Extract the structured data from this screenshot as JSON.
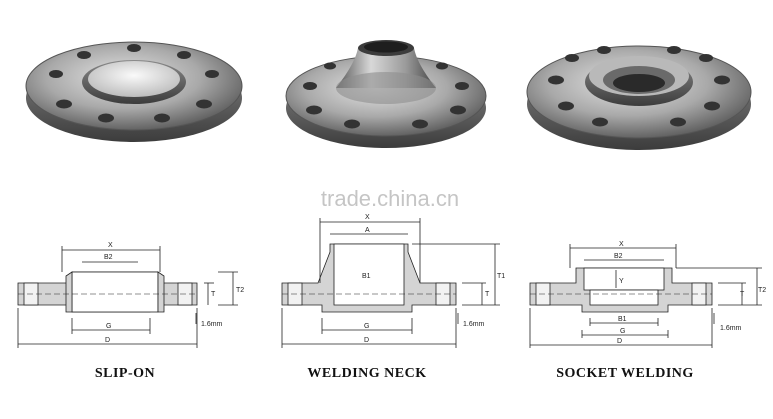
{
  "watermark": "trade.china.cn",
  "captions": [
    "SLIP-ON",
    "WELDING NECK",
    "SOCKET WELDING"
  ],
  "colors": {
    "section_fill": "#d4d4d4",
    "line": "#222222",
    "steel_light": "#cfcfcf",
    "steel_dark": "#4a4a4a"
  },
  "drawings": [
    {
      "type": "slip-on",
      "labels": {
        "x": "X",
        "b": "B2",
        "g": "G",
        "d": "D",
        "t": "T",
        "t2": "T2",
        "gap": "1.6mm"
      }
    },
    {
      "type": "welding-neck",
      "labels": {
        "x": "X",
        "a": "A",
        "b": "B1",
        "g": "G",
        "d": "D",
        "t": "T",
        "t1": "T1",
        "gap": "1.6mm"
      }
    },
    {
      "type": "socket-welding",
      "labels": {
        "x": "X",
        "b2": "B2",
        "y": "Y",
        "b1": "B1",
        "g": "G",
        "d": "D",
        "t": "T",
        "t2": "T2",
        "gap": "1.6mm"
      }
    }
  ]
}
